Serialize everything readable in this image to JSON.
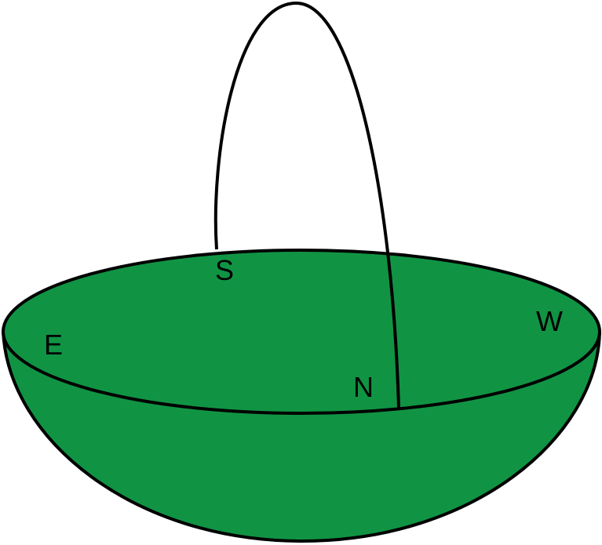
{
  "diagram": {
    "colors": {
      "bowl_fill": "#109444",
      "outline": "#000000",
      "background": "#ffffff"
    },
    "labels": {
      "south": "S",
      "east": "E",
      "north": "N",
      "west": "W"
    }
  }
}
